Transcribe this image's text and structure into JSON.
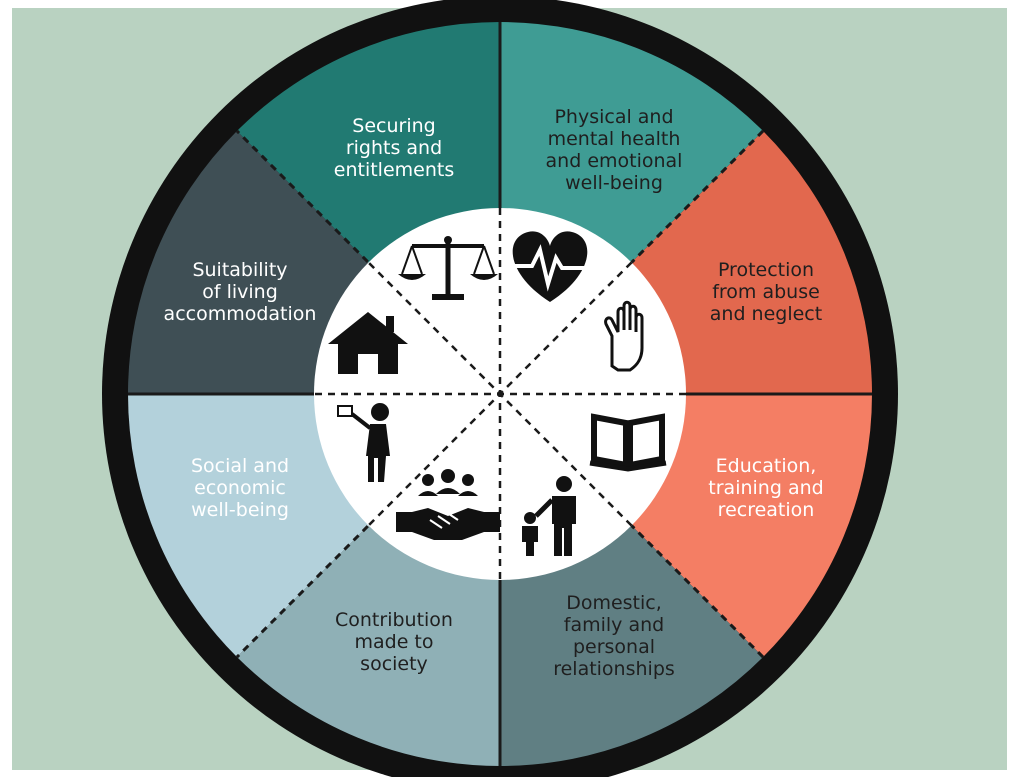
{
  "segments": [
    {
      "id": "rights",
      "lines": [
        "Securing",
        "rights and",
        "entitlements"
      ],
      "color": "#3f9c94",
      "text_color": "#ffffff",
      "icon": "scales-of-justice-icon"
    },
    {
      "id": "health",
      "lines": [
        "Physical and",
        "mental health",
        "and emotional",
        "well-being"
      ],
      "color": "#e2684e",
      "text_color": "#1f1f1f",
      "icon": "heart-pulse-icon"
    },
    {
      "id": "protection",
      "lines": [
        "Protection",
        "from abuse",
        "and neglect"
      ],
      "color": "#f47e64",
      "text_color": "#1f1f1f",
      "icon": "raised-hand-icon"
    },
    {
      "id": "education",
      "lines": [
        "Education,",
        "training and",
        "recreation"
      ],
      "color": "#607f83",
      "text_color": "#ffffff",
      "icon": "open-book-icon"
    },
    {
      "id": "domestic",
      "lines": [
        "Domestic,",
        "family and",
        "personal",
        "relationships"
      ],
      "color": "#8fb0b6",
      "text_color": "#1f1f1f",
      "icon": "parent-child-icon"
    },
    {
      "id": "contribution",
      "lines": [
        "Contribution",
        "made to",
        "society"
      ],
      "color": "#b3d1db",
      "text_color": "#1f1f1f",
      "icon": "handshake-group-icon"
    },
    {
      "id": "social",
      "lines": [
        "Social and",
        "economic",
        "well-being"
      ],
      "color": "#3f4f55",
      "text_color": "#ffffff",
      "icon": "person-presenting-icon"
    },
    {
      "id": "accommodation",
      "lines": [
        "Suitability",
        "of living",
        "accommodation"
      ],
      "color": "#217a72",
      "text_color": "#ffffff",
      "icon": "house-icon"
    }
  ],
  "colors": {
    "background_frame": "#b9d2c1",
    "ring": "#111111",
    "center": "#ffffff",
    "divider": "#1a1a1a"
  }
}
